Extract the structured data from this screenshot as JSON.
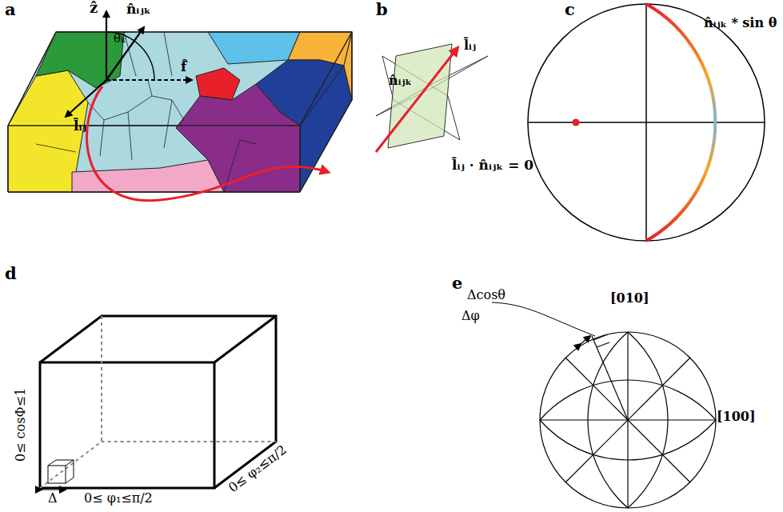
{
  "diagram": {
    "labels": [
      "a",
      "b",
      "c",
      "d",
      "e",
      "ẑ",
      "n̂ᵢⱼₖ",
      "θₖ",
      "f̂",
      "l̄ᵢⱼ",
      "n̂ᵢⱼₖ",
      "l̄ᵢⱼ",
      "l̄ᵢⱼ · n̂ᵢⱼₖ = 0",
      "n̂ᵢⱼₖ * sin θ",
      "0≤ cosΦ≤1",
      "Δ",
      "0≤ φ₁≤π/2",
      "0≤ φ₂≤π/2",
      "Δcosθ",
      "Δφ",
      "[010]",
      "[100]"
    ]
  }
}
